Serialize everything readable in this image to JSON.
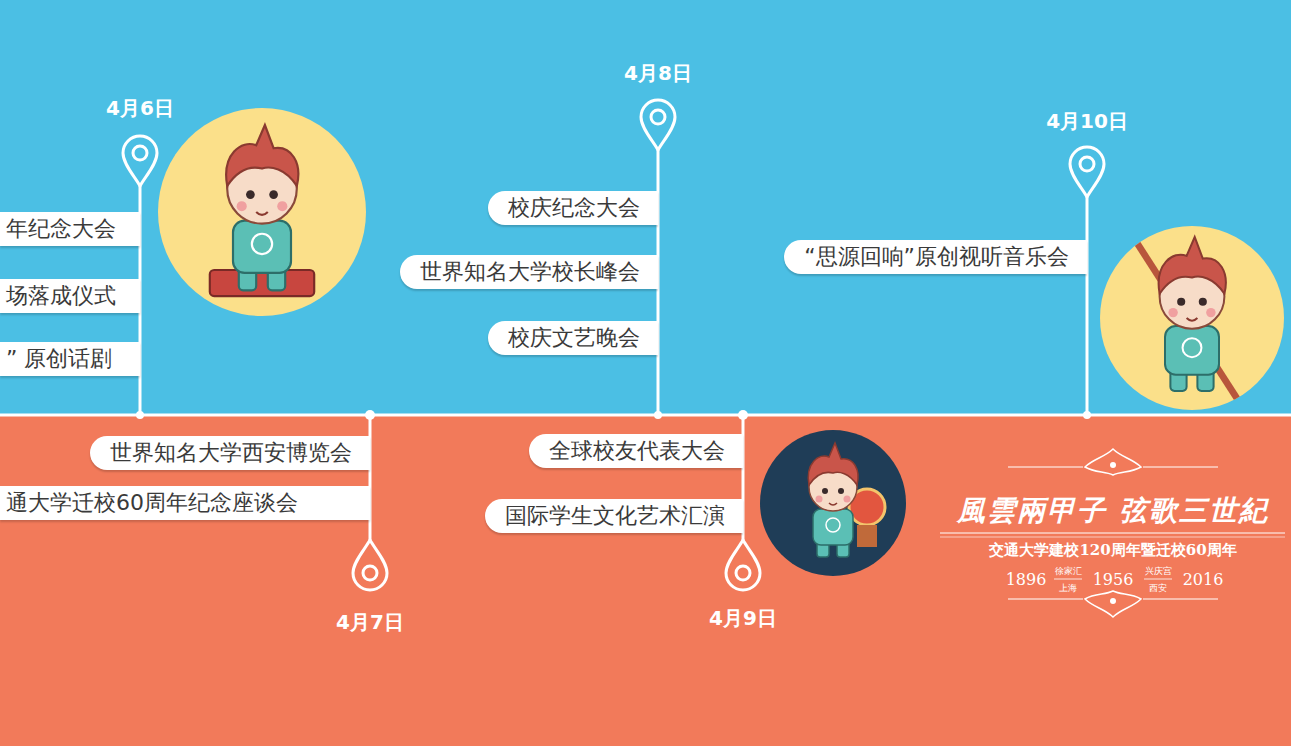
{
  "diagram": {
    "nodes": [
      {
        "text": [
          "年纪念大会"
        ]
      },
      {
        "text": [
          "场落成仪式"
        ]
      },
      {
        "text": [
          "” 原创话剧"
        ]
      },
      {
        "text": [
          "世界知名大学西安博览会"
        ]
      },
      {
        "text": [
          "通大学迁校60周年纪念座谈会"
        ]
      },
      {
        "text": [
          "校庆纪念大会"
        ]
      },
      {
        "text": [
          "世界知名大学校长峰会"
        ]
      },
      {
        "text": [
          "校庆文艺晚会"
        ]
      },
      {
        "text": [
          "全球校友代表大会"
        ]
      },
      {
        "text": [
          "国际学生文化艺术汇演"
        ]
      },
      {
        "text": [
          "“思源回响”原创视听音乐会"
        ]
      }
    ],
    "labels": [
      "4月6日",
      "4月7日",
      "4月8日",
      "4月9日",
      "4月10日",
      "風雲兩甲子 弦歌三世紀",
      "交通大学建校120周年暨迁校60周年",
      "1896",
      "徐家汇",
      "上海",
      "1956",
      "兴庆宫",
      "西安",
      "2016"
    ]
  }
}
